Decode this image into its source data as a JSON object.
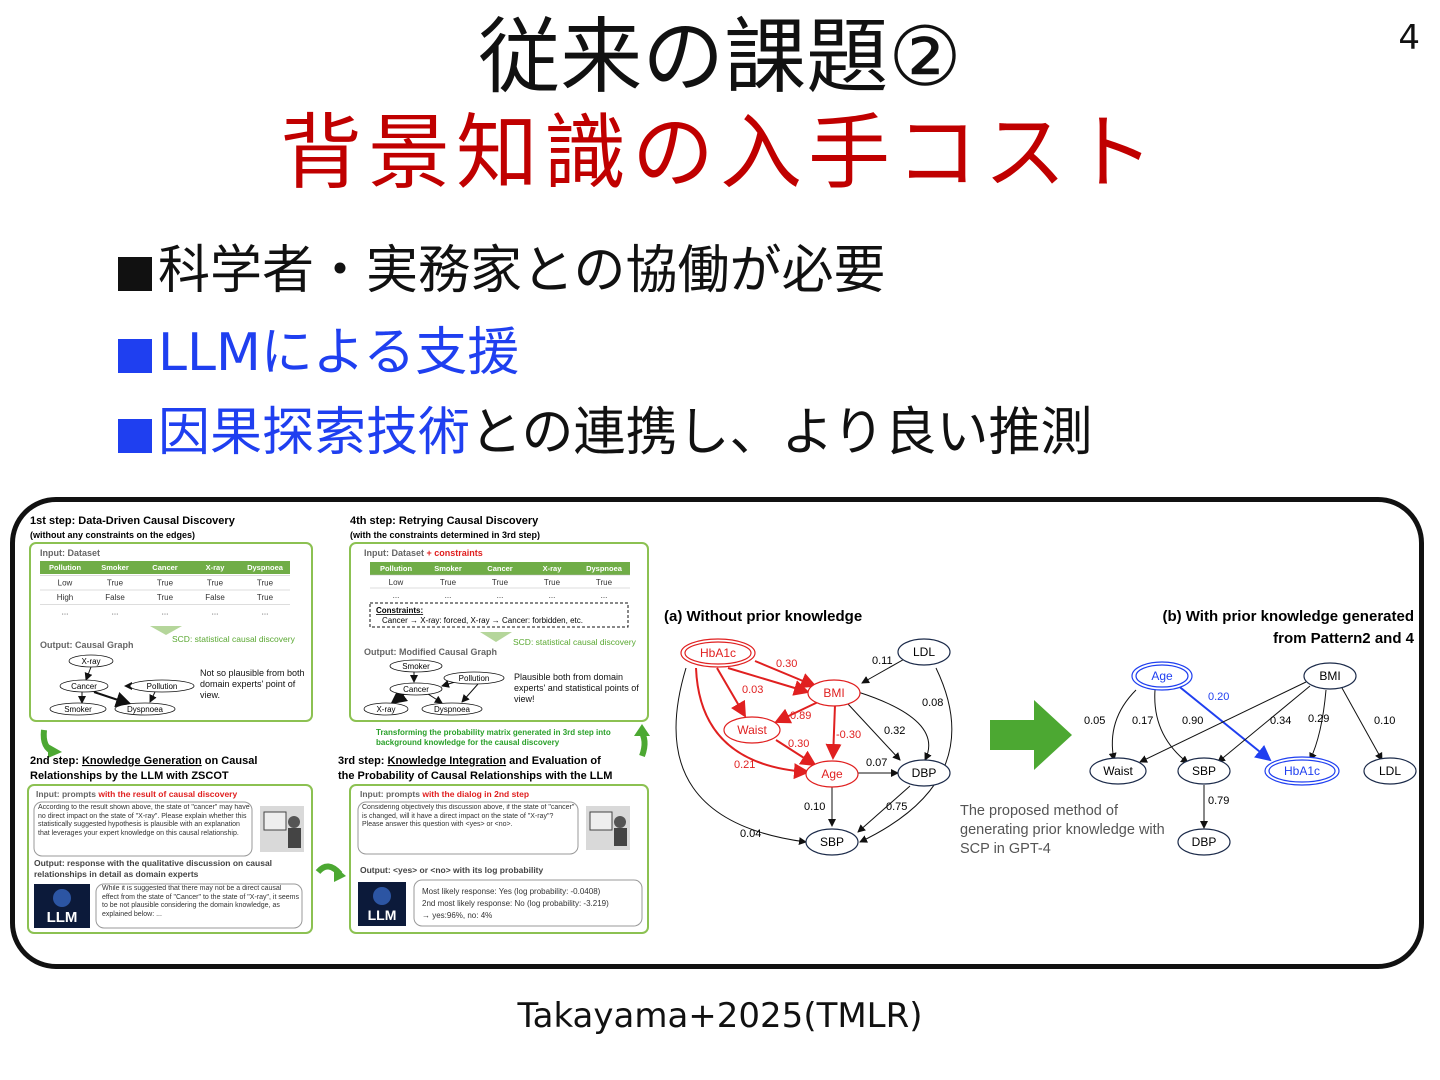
{
  "page_number": "4",
  "title": "従来の課題②",
  "subtitle": "背景知識の入手コスト",
  "bullets": [
    {
      "marker": "■",
      "text": "科学者・実務家との協働が必要",
      "color": "#111111"
    },
    {
      "marker": "■",
      "text": "LLMによる支援",
      "color": "#1f3ff0"
    },
    {
      "marker": "■",
      "text_blue": "因果探索技術",
      "text_rest": "との連携し、より良い推測",
      "color": "#1f3ff0"
    }
  ],
  "citation": "Takayama+2025(TMLR)",
  "figure": {
    "step1": {
      "title": "1st step: Data-Driven Causal Discovery",
      "sub": "(without any constraints on the edges)",
      "input_label": "Input: Dataset",
      "columns": [
        "Pollution",
        "Smoker",
        "Cancer",
        "X-ray",
        "Dyspnoea"
      ],
      "rows": [
        [
          "Low",
          "True",
          "True",
          "True",
          "True"
        ],
        [
          "High",
          "False",
          "True",
          "False",
          "True"
        ],
        [
          "...",
          "...",
          "...",
          "...",
          "..."
        ]
      ],
      "scd": "SCD: statistical causal discovery",
      "output_label": "Output: Causal Graph",
      "nodes": [
        "X-ray",
        "Cancer",
        "Pollution",
        "Smoker",
        "Dyspnoea"
      ],
      "note": "Not so plausible from both domain experts' point of view."
    },
    "step4": {
      "title": "4th step: Retrying Causal Discovery",
      "sub": "(with the constraints determined in 3rd step)",
      "input_label": "Input: Dataset",
      "input_extra": "+ constraints",
      "columns": [
        "Pollution",
        "Smoker",
        "Cancer",
        "X-ray",
        "Dyspnoea"
      ],
      "rows": [
        [
          "Low",
          "True",
          "True",
          "True",
          "True"
        ],
        [
          "...",
          "...",
          "...",
          "...",
          "..."
        ]
      ],
      "constraints_label": "Constraints:",
      "constraints": "Cancer → X-ray: forced,   X-ray → Cancer: forbidden,   etc.",
      "scd": "SCD: statistical causal discovery",
      "output_label": "Output: Modified Causal Graph",
      "nodes": [
        "Smoker",
        "Pollution",
        "Cancer",
        "X-ray",
        "Dyspnoea"
      ],
      "note": "Plausible both from domain experts' and statistical points of view!"
    },
    "transform_note": "Transforming the probability matrix generated in 3rd step into background knowledge for the causal discovery",
    "step2": {
      "title_prefix": "2nd step: ",
      "title_u": "Knowledge Generation",
      "title_rest": " on Causal",
      "title_line2": "Relationships by the LLM with ZSCOT",
      "input_label": "Input: prompts ",
      "input_red": "with the result of causal discovery",
      "prompt": "According to the result shown above, the state of \"cancer\" may have no direct impact on the state of \"X-ray\". Please explain whether this statistically suggested hypothesis is plausible with an explanation that leverages your expert knowledge on this causal relationship.",
      "output_label": "Output: response with the qualitative discussion on causal relationships in detail as domain experts",
      "response": "While it is suggested that there may not be a direct causal effect from the state of \"Cancer\" to the state of \"X-ray\", it seems to be not plausible considering the domain knowledge, as explained below: ...",
      "llm_badge": "LLM"
    },
    "step3": {
      "title_prefix": "3rd step: ",
      "title_u": "Knowledge Integration",
      "title_rest": " and  Evaluation of",
      "title_line2": "the Probability of Causal Relationships with the LLM",
      "input_label": "Input: prompts ",
      "input_red": "with the dialog in 2nd step",
      "prompt": "Considering objectively this discussion above, if the state of \"cancer\" is changed, will it have a direct impact on the state of \"X-ray\"? Please answer this question with <yes> or <no>.",
      "output_label": "Output: <yes> or <no> with its log probability",
      "response_1": "Most likely response: Yes (log probability: -0.0408)",
      "response_2": "2nd most likely response: No (log probability: -3.219)",
      "response_3": "→ yes:96%, no: 4%",
      "llm_badge": "LLM"
    },
    "panel_a": {
      "title": "(a) Without prior knowledge",
      "nodes": [
        "HbA1c",
        "LDL",
        "BMI",
        "Waist",
        "Age",
        "DBP",
        "SBP"
      ],
      "edge_labels": [
        "0.30",
        "0.11",
        "0.03",
        "0.08",
        "0.89",
        "-0.30",
        "0.32",
        "0.30",
        "0.21",
        "0.07",
        "0.10",
        "0.75",
        "0.04"
      ]
    },
    "panel_b": {
      "title_line1": "(b) With prior knowledge generated",
      "title_line2": "from Pattern2 and 4",
      "nodes": [
        "Age",
        "BMI",
        "Waist",
        "SBP",
        "HbA1c",
        "LDL",
        "DBP"
      ],
      "edge_labels": [
        "0.20",
        "0.05",
        "0.17",
        "0.90",
        "0.34",
        "0.29",
        "0.10",
        "0.79"
      ]
    },
    "proposed_note": "The proposed method of generating prior knowledge with SCP in GPT-4",
    "colors": {
      "red": "#e02020",
      "blue": "#1f3ff0",
      "green": "#8cc152",
      "arrow_green": "#4ca832",
      "node_navy": "#1c2b4a"
    }
  }
}
